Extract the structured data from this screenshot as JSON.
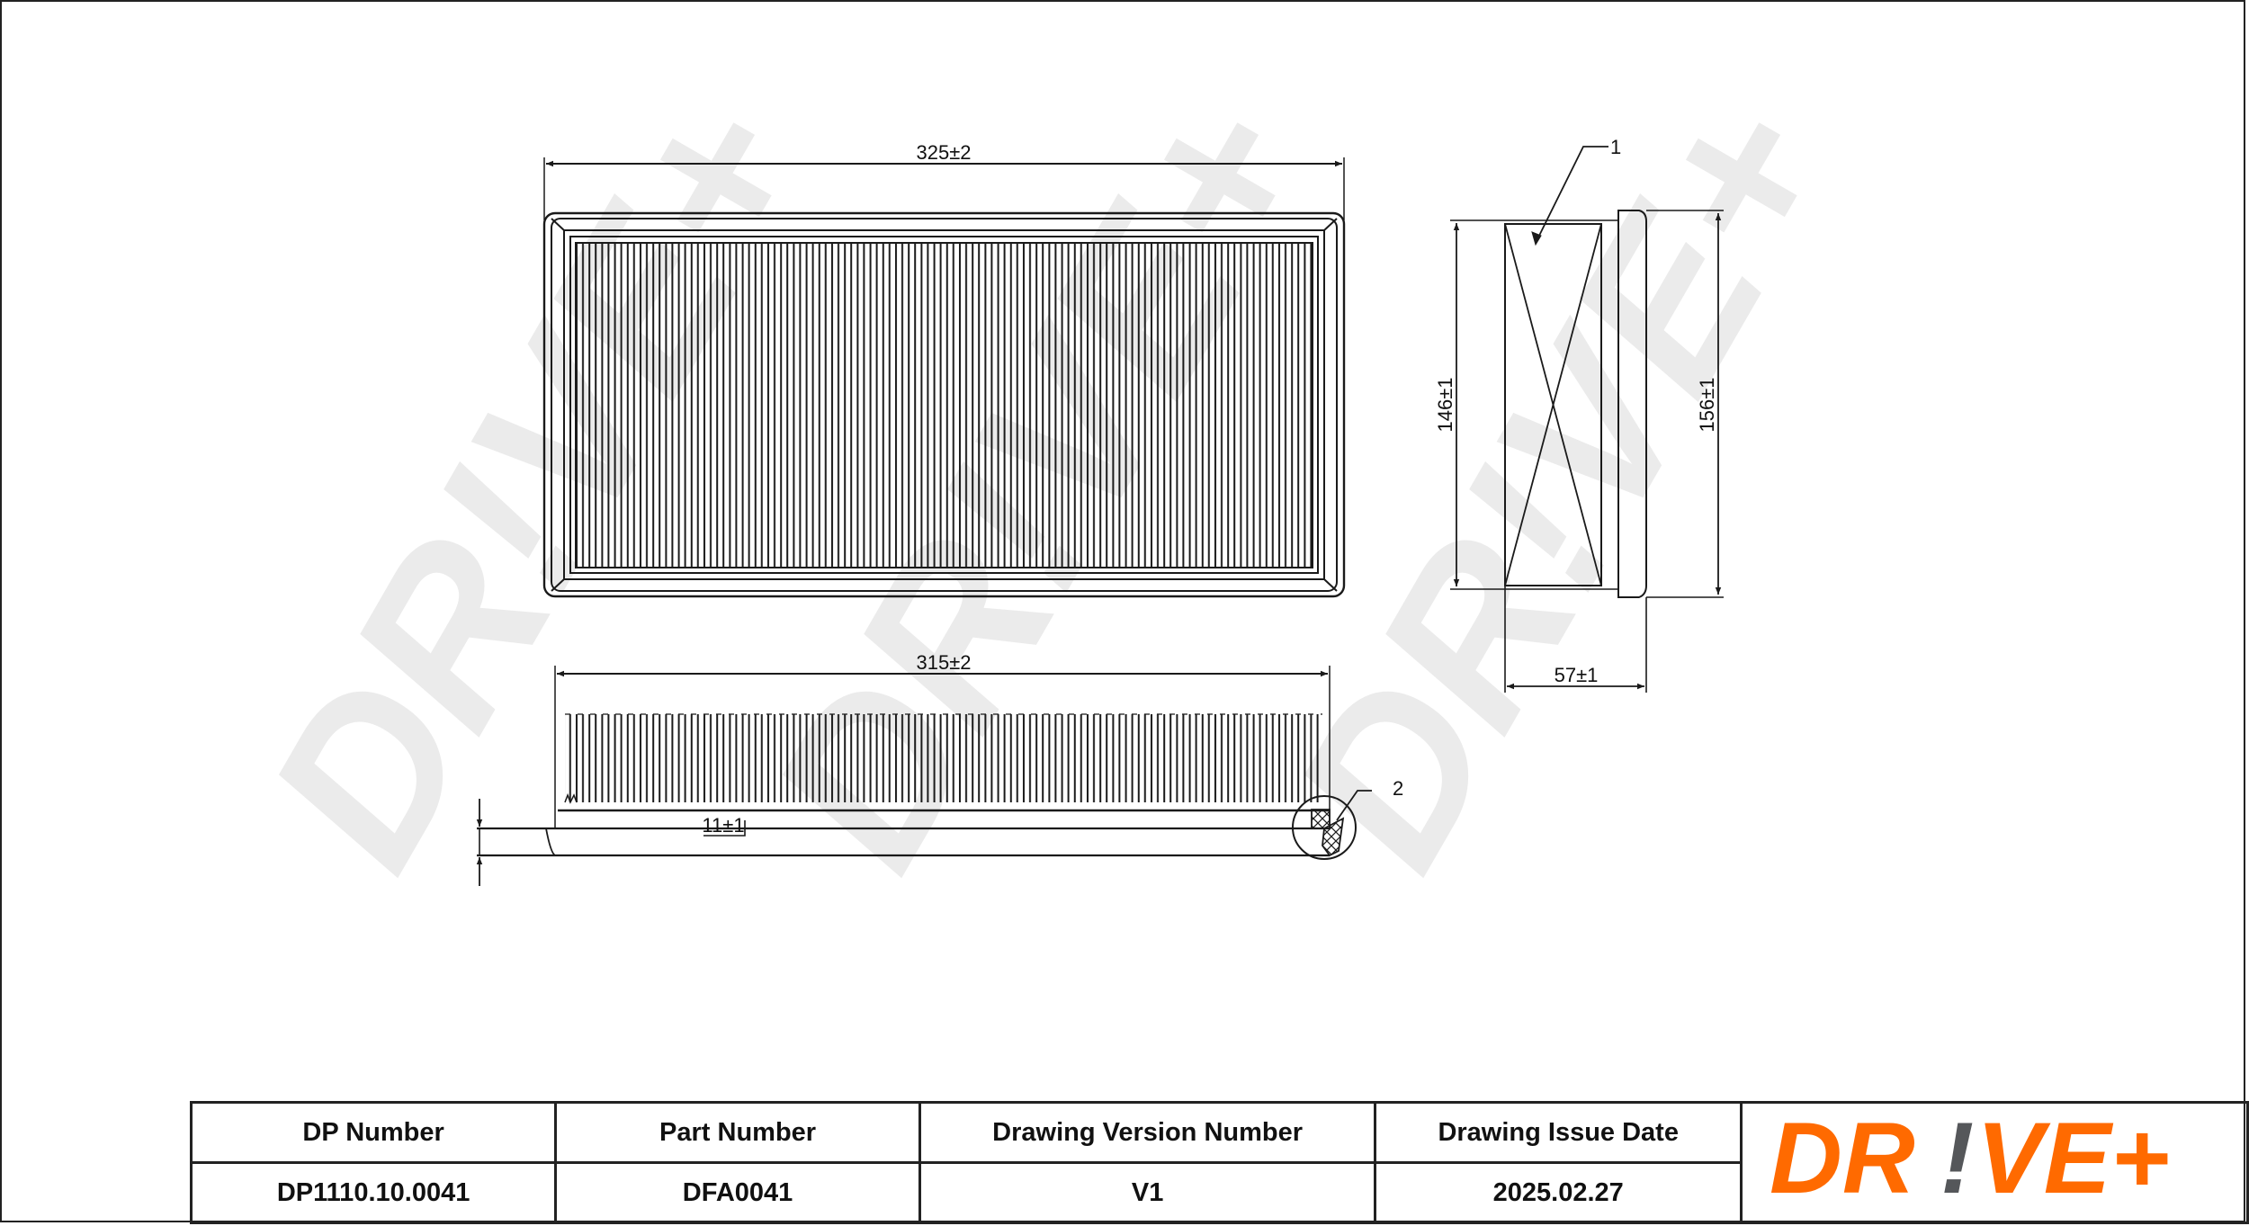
{
  "drawing": {
    "type": "air-filter-technical-drawing",
    "watermark_text": "DR!VE+",
    "front_view": {
      "dimension_width": "325±2"
    },
    "side_view": {
      "dimension_inner_height": "146±1",
      "dimension_outer_height": "156±1",
      "dimension_depth": "57±1",
      "callout_1": "1"
    },
    "bottom_view": {
      "dimension_length": "315±2",
      "dimension_seal": "11±1",
      "callout_2": "2"
    }
  },
  "title_block": {
    "headers": [
      "DP Number",
      "Part Number",
      "Drawing Version Number",
      "Drawing Issue Date"
    ],
    "values": [
      "DP1110.10.0041",
      "DFA0041",
      "V1",
      "2025.02.27"
    ],
    "logo": {
      "text_left": "DR",
      "text_bang": "!",
      "text_right": "VE+",
      "color_primary": "#FF6A00",
      "color_accent": "#55575A"
    }
  },
  "colors": {
    "line": "#1a1a1a",
    "watermark": "#e6e6e6",
    "background": "#ffffff"
  }
}
